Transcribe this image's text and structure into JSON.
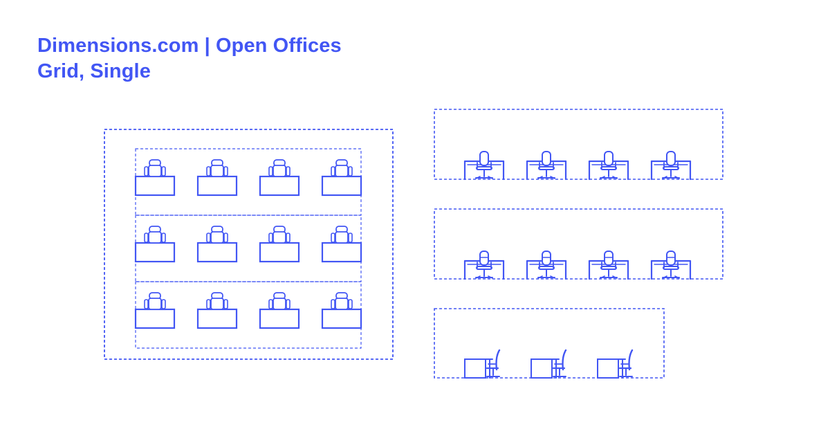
{
  "header": {
    "title_line1": "Dimensions.com | Open Offices",
    "title_line2": "Grid, Single"
  },
  "colors": {
    "accent": "#4256f4",
    "background": "#ffffff"
  },
  "plan_view": {
    "view": "top",
    "rows": 3,
    "desks_per_row": 4
  },
  "elevations": [
    {
      "view": "front",
      "desks": 4,
      "chair_style": "task-chair-front"
    },
    {
      "view": "back",
      "desks": 4,
      "chair_style": "task-chair-back"
    },
    {
      "view": "side",
      "desks": 3,
      "chair_style": "task-chair-side"
    }
  ]
}
